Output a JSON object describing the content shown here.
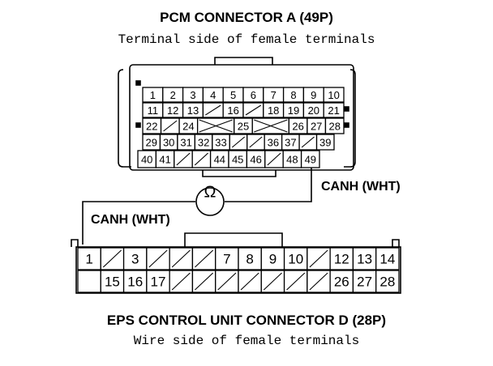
{
  "pcm": {
    "title": "PCM CONNECTOR A (49P)",
    "subtitle": "Terminal side of female terminals",
    "rows": [
      [
        "1",
        "2",
        "3",
        "4",
        "5",
        "6",
        "7",
        "8",
        "9",
        "10"
      ],
      [
        "11",
        "12",
        "13",
        "",
        "16",
        "",
        "18",
        "19",
        "20",
        "21"
      ],
      [
        "22",
        "",
        "24",
        "",
        "25",
        "",
        "26",
        "27",
        "28"
      ],
      [
        "29",
        "30",
        "31",
        "32",
        "33",
        "",
        "",
        "36",
        "37",
        "",
        "39"
      ],
      [
        "40",
        "41",
        "",
        "",
        "44",
        "45",
        "46",
        "",
        "48",
        "49"
      ]
    ]
  },
  "eps": {
    "title": "EPS CONTROL UNIT CONNECTOR D (28P)",
    "subtitle": "Wire side of female terminals",
    "rows": [
      [
        "1",
        "",
        "3",
        "",
        "",
        "",
        "7",
        "8",
        "9",
        "10",
        "",
        "12",
        "13",
        "14"
      ],
      [
        "",
        "15",
        "16",
        "17",
        "",
        "",
        "",
        "",
        "",
        "",
        "",
        "26",
        "27",
        "28"
      ]
    ]
  },
  "probe": {
    "label_right": "CANH (WHT)",
    "label_left": "CANH (WHT)",
    "symbol": "Ω"
  },
  "colors": {
    "ink": "#000000",
    "paper": "#ffffff"
  }
}
